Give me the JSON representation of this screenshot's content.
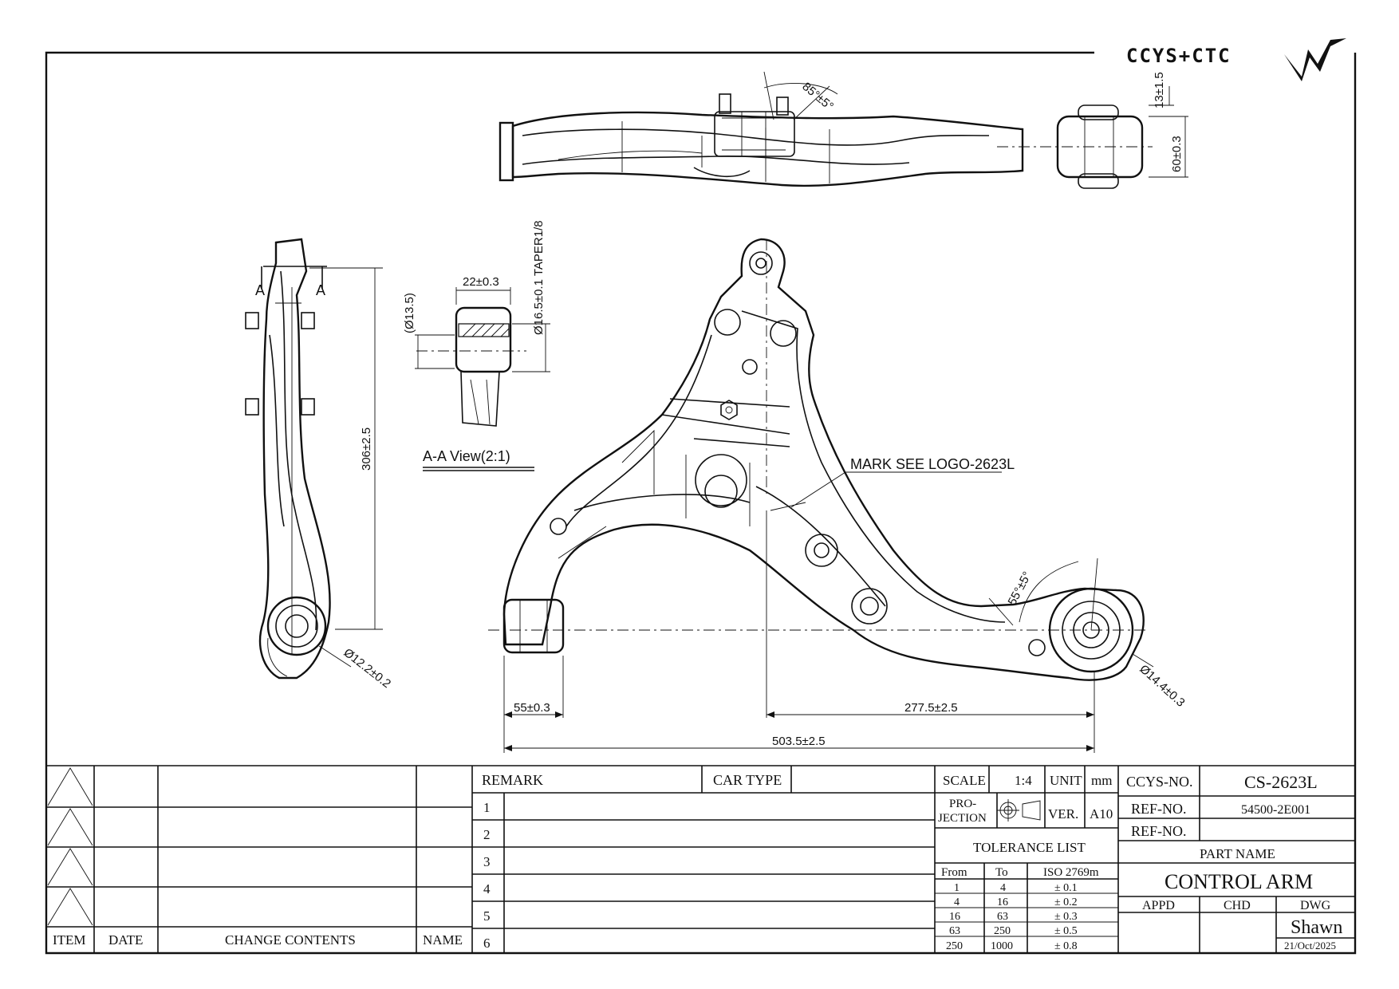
{
  "brand": {
    "logo_text": "CCYS+CTC"
  },
  "views": {
    "section_title": "A-A View(2:1)",
    "section_mark": "A",
    "mark_note": "MARK SEE LOGO-2623L"
  },
  "dimensions": {
    "top_angle": "85°±5°",
    "top_height_small": "13±1.5",
    "top_height": "60±0.3",
    "side_length": "306±2.5",
    "side_bore": "Ø12.2±0.2",
    "section_width": "22±0.3",
    "section_inner": "(Ø13.5)",
    "section_taper": "Ø16.5±0.1 TAPER1/8",
    "bushing_angle": "55°±5°",
    "bushing_bore": "Ø14.4±0.3",
    "dim_left": "55±0.3",
    "dim_mid": "277.5±2.5",
    "dim_total": "503.5±2.5"
  },
  "revision_table": {
    "headers": [
      "ITEM",
      "DATE",
      "CHANGE CONTENTS",
      "NAME"
    ],
    "rows": 4
  },
  "remark_table": {
    "remark_label": "REMARK",
    "car_type_label": "CAR TYPE",
    "car_type_value": "",
    "rows": [
      "1",
      "2",
      "3",
      "4",
      "5",
      "6"
    ]
  },
  "spec": {
    "scale_label": "SCALE",
    "scale_value": "1:4",
    "unit_label": "UNIT",
    "unit_value": "mm",
    "projection_label_1": "PRO-",
    "projection_label_2": "JECTION",
    "ver_label": "VER.",
    "ver_value": "A10"
  },
  "tolerance": {
    "title": "TOLERANCE LIST",
    "headers": [
      "From",
      "To",
      "ISO 2769m"
    ],
    "rows": [
      [
        "1",
        "4",
        "± 0.1"
      ],
      [
        "4",
        "16",
        "± 0.2"
      ],
      [
        "16",
        "63",
        "± 0.3"
      ],
      [
        "63",
        "250",
        "± 0.5"
      ],
      [
        "250",
        "1000",
        "± 0.8"
      ]
    ]
  },
  "title_block": {
    "ccys_label": "CCYS-NO.",
    "ccys_value": "CS-2623L",
    "ref1_label": "REF-NO.",
    "ref1_value": "54500-2E001",
    "ref2_label": "REF-NO.",
    "ref2_value": "",
    "part_name_label": "PART NAME",
    "part_name": "CONTROL ARM",
    "appd_label": "APPD",
    "chd_label": "CHD",
    "dwg_label": "DWG",
    "drawer": "Shawn",
    "date": "21/Oct/2025"
  }
}
